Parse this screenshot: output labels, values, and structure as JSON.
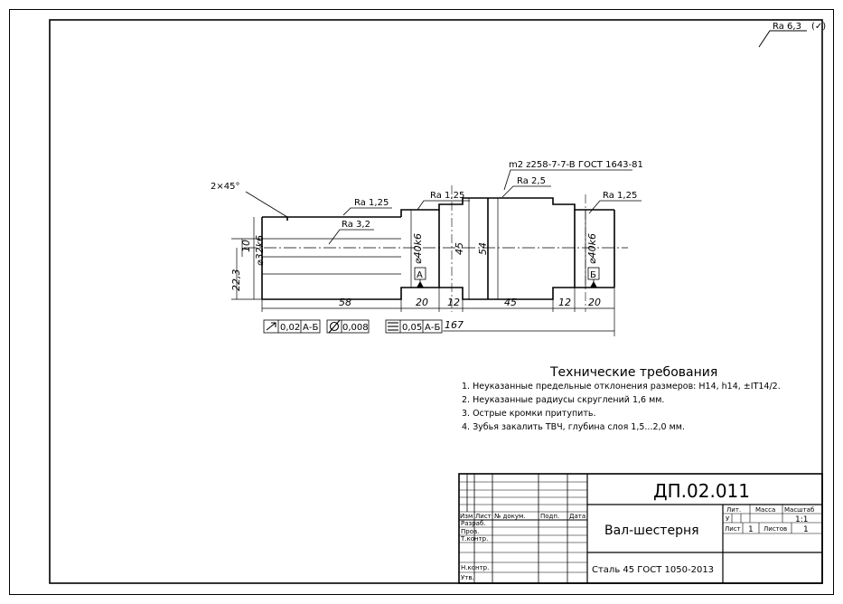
{
  "sheet_roughness": "Ra 6,3",
  "sheet_roughness_mark": "(✓)",
  "chamfer": "2×45°",
  "gear_params": "m2 z258-7-7-B ГОСТ 1643-81",
  "roughness": [
    "Ra 1,25",
    "Ra 1,25",
    "Ra 2,5",
    "Ra 1,25",
    "Ra 3,2"
  ],
  "dims": {
    "d10": "10",
    "d32": "⌀32k6",
    "d22_3": "22,3",
    "d40_left": "⌀40k6",
    "d45": "45",
    "d54": "54",
    "d40_right": "⌀40k6",
    "l58": "58",
    "l20a": "20",
    "l12a": "12",
    "l45": "45",
    "l12b": "12",
    "l20b": "20",
    "l167": "167"
  },
  "datums": {
    "a": "А",
    "b": "Б"
  },
  "tolerances": [
    {
      "symbol": "runout-icon",
      "value": "0,02",
      "base": "А-Б"
    },
    {
      "symbol": "cylindricity-icon",
      "value": "0,008",
      "base": ""
    },
    {
      "symbol": "parallelism-icon",
      "value": "0,05",
      "base": "А-Б"
    }
  ],
  "tech": {
    "title": "Технические требования",
    "items": [
      "1. Неуказанные предельные отклонения размеров: H14, h14, ±IT14/2.",
      "2. Неуказанные радиусы скруглений 1,6 мм.",
      "3. Острые кромки притупить.",
      "4. Зубья закалить ТВЧ, глубина слоя 1,5...2,0 мм."
    ]
  },
  "title_block": {
    "code": "ДП.02.011",
    "name": "Вал-шестерня",
    "material": "Сталь 45 ГОСТ 1050-2013",
    "col_izm": "Изм",
    "col_list": "Лист",
    "col_doc": "№ докум.",
    "col_sign": "Подп.",
    "col_date": "Дата",
    "row_razrab": "Разраб.",
    "row_prov": "Пров.",
    "row_tkontr": "Т.контр.",
    "row_nkontr": "Н.контр.",
    "row_utv": "Утв.",
    "lit": "Лит.",
    "mass": "Масса",
    "scale_label": "Масштаб",
    "lit_value": "У",
    "scale_value": "1:1",
    "sheet_label": "Лист",
    "sheet_value": "1",
    "sheets_label": "Листов",
    "sheets_value": "1"
  }
}
